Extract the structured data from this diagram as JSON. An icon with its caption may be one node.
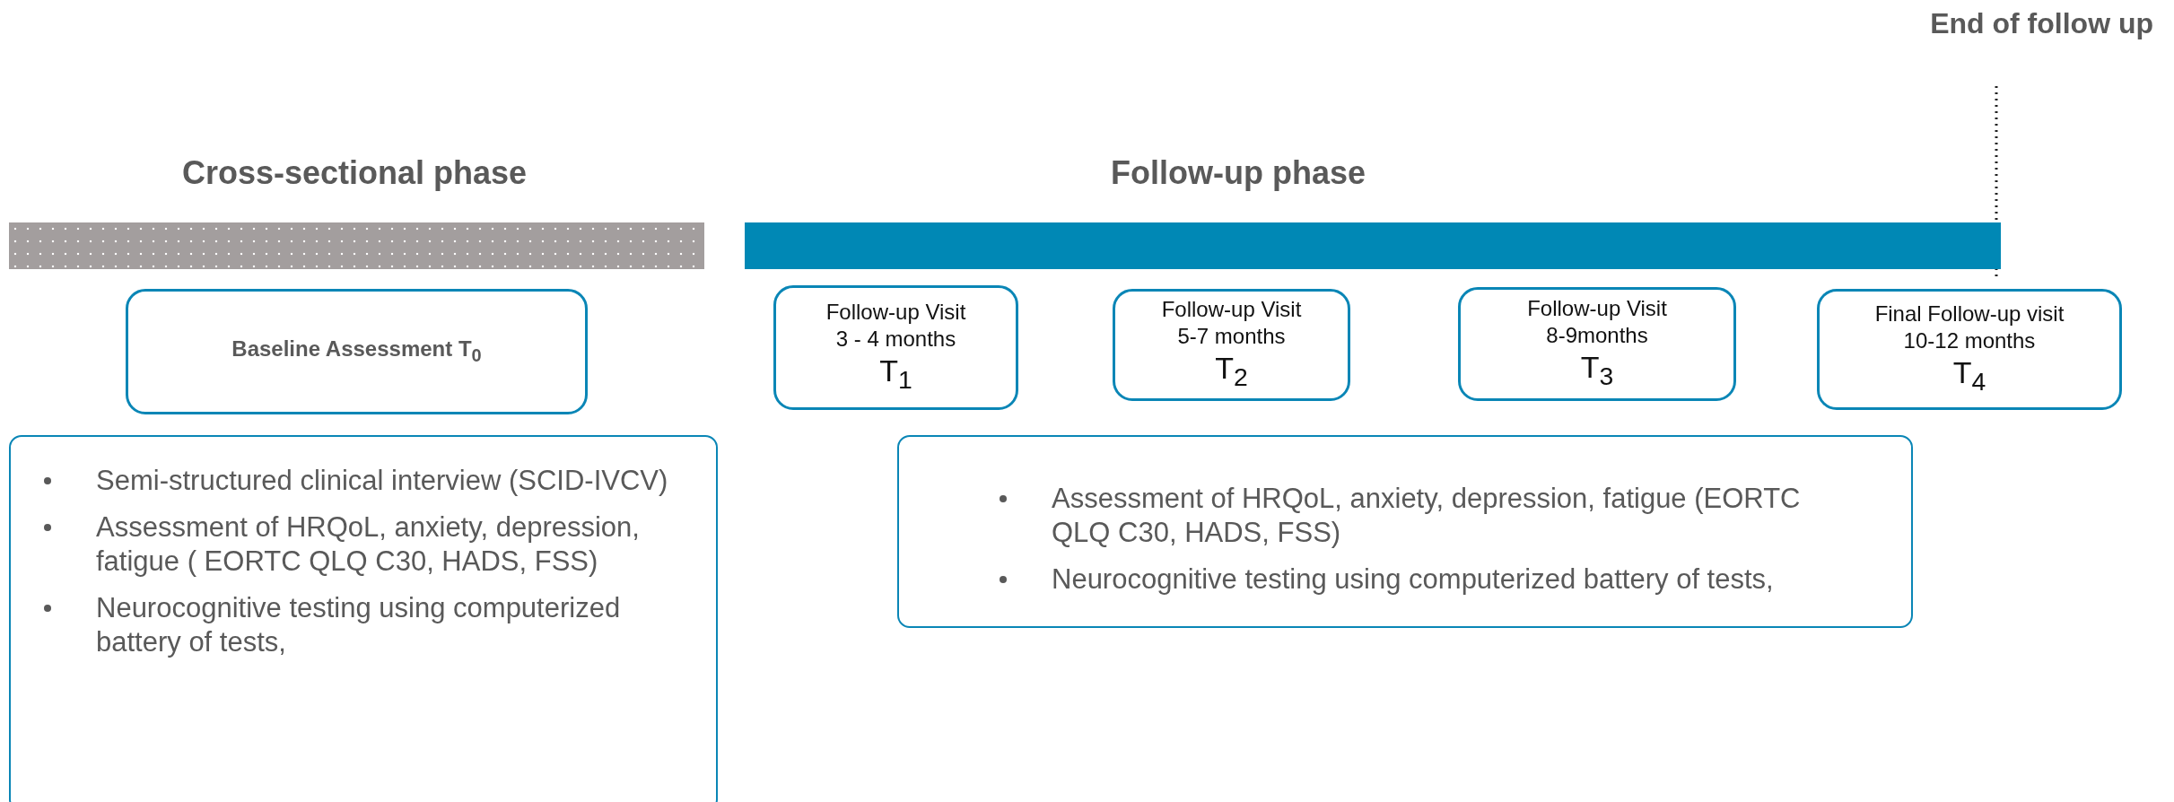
{
  "diagram": {
    "nodes": [
      {
        "text": [],
        "shape": "bar"
      },
      {
        "text": [],
        "shape": "bar"
      },
      {
        "text": [
          "Baseline Assessment T$_{0}$"
        ]
      },
      {
        "text": [
          "Follow-up Visit",
          "3 - 4 months",
          "T$_{1}$"
        ]
      },
      {
        "text": [
          "Follow-up Visit",
          "5-7 months",
          "T$_{2}$"
        ]
      },
      {
        "text": [
          "Follow-up Visit",
          "8-9months",
          "T$_{3}$"
        ]
      },
      {
        "text": [
          "Final Follow-up visit",
          "10-12 months",
          "T$_{4}$"
        ]
      },
      {
        "text": [
          "Semi-structured clinical interview (SCID-IVCV)",
          "Assessment of HRQoL, anxiety, depression, fatigue ( EORTC QLQ C30, HADS, FSS)",
          "Neurocognitive testing using computerized battery of tests,"
        ]
      },
      {
        "text": [
          "Assessment of HRQoL, anxiety, depression, fatigue (EORTC QLQ C30, HADS, FSS)",
          "Neurocognitive testing using computerized battery of tests,"
        ]
      },
      {
        "text": [
          "End of follow up"
        ]
      }
    ],
    "edges": [
      {
        "from": 9,
        "to": 1,
        "arrow": "none",
        "style": "dashed"
      }
    ],
    "labels": [
      "Cross-sectional phase",
      "Follow-up phase"
    ]
  }
}
